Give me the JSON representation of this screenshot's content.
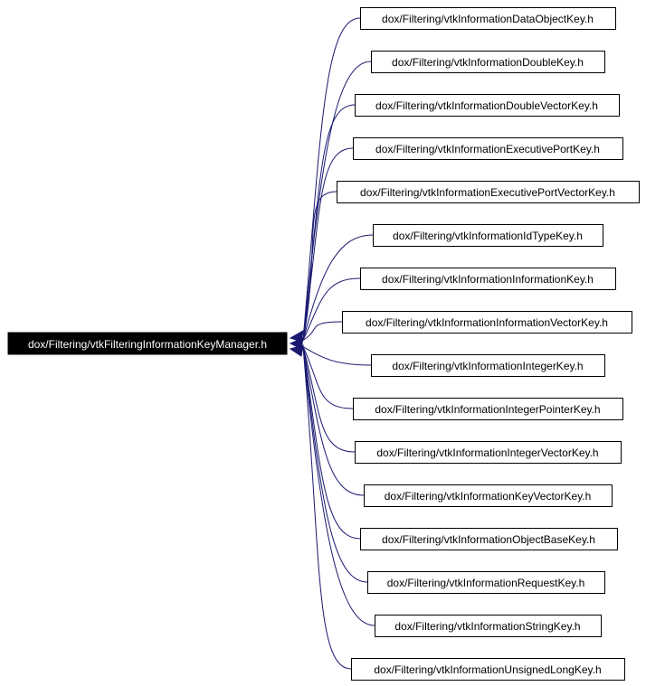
{
  "diagram": {
    "root": {
      "label": "dox/Filtering/vtkFilteringInformationKeyManager.h",
      "fill": "#000000",
      "text_color": "#ffffff"
    },
    "includers": [
      {
        "label": "dox/Filtering/vtkInformationDataObjectKey.h"
      },
      {
        "label": "dox/Filtering/vtkInformationDoubleKey.h"
      },
      {
        "label": "dox/Filtering/vtkInformationDoubleVectorKey.h"
      },
      {
        "label": "dox/Filtering/vtkInformationExecutivePortKey.h"
      },
      {
        "label": "dox/Filtering/vtkInformationExecutivePortVectorKey.h"
      },
      {
        "label": "dox/Filtering/vtkInformationIdTypeKey.h"
      },
      {
        "label": "dox/Filtering/vtkInformationInformationKey.h"
      },
      {
        "label": "dox/Filtering/vtkInformationInformationVectorKey.h"
      },
      {
        "label": "dox/Filtering/vtkInformationIntegerKey.h"
      },
      {
        "label": "dox/Filtering/vtkInformationIntegerPointerKey.h"
      },
      {
        "label": "dox/Filtering/vtkInformationIntegerVectorKey.h"
      },
      {
        "label": "dox/Filtering/vtkInformationKeyVectorKey.h"
      },
      {
        "label": "dox/Filtering/vtkInformationObjectBaseKey.h"
      },
      {
        "label": "dox/Filtering/vtkInformationRequestKey.h"
      },
      {
        "label": "dox/Filtering/vtkInformationStringKey.h"
      },
      {
        "label": "dox/Filtering/vtkInformationUnsignedLongKey.h"
      }
    ],
    "edge_color": "#191970",
    "node_border_color": "#000000"
  }
}
